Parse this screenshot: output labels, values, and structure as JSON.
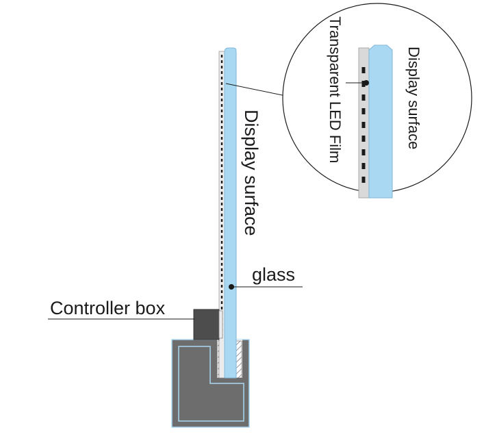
{
  "labels": {
    "display_surface_main": "Display surface",
    "glass": "glass",
    "controller_box": "Controller box",
    "transparent_led_film": "Transparent LED Film",
    "display_surface_zoom": "Display surface"
  },
  "colors": {
    "glass_fill": "#a9d9f2",
    "glass_outline": "#7fb6d6",
    "film_fill": "#d9d9d9",
    "base_fill": "#6d6d6d",
    "base_inner_outline": "#a9d9f2",
    "controller_fill": "#4d4d4d",
    "line": "#1a1a1a"
  }
}
